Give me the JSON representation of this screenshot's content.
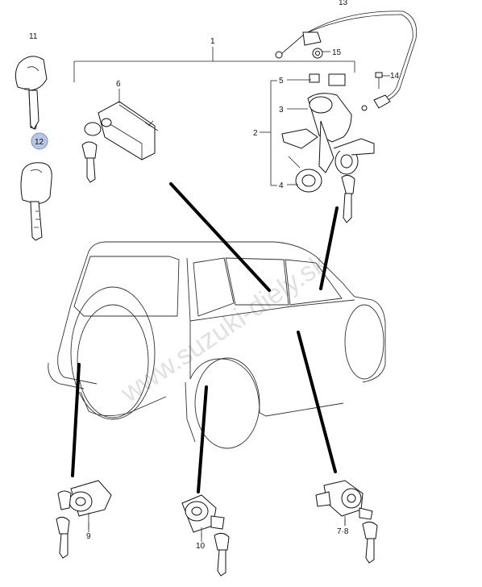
{
  "labels": {
    "n1": "1",
    "n2": "2",
    "n3": "3",
    "n4": "4",
    "n5": "5",
    "n6": "6",
    "n9": "9",
    "n10": "10",
    "n78": "7·8",
    "n11": "11",
    "n12": "12",
    "n13": "13",
    "n14": "14",
    "n15": "15"
  },
  "watermark": "www.suzuki-diely.sk",
  "colors": {
    "highlight_fill": "#b8c6e6",
    "highlight_stroke": "#7b8fc4",
    "line": "#111111"
  }
}
